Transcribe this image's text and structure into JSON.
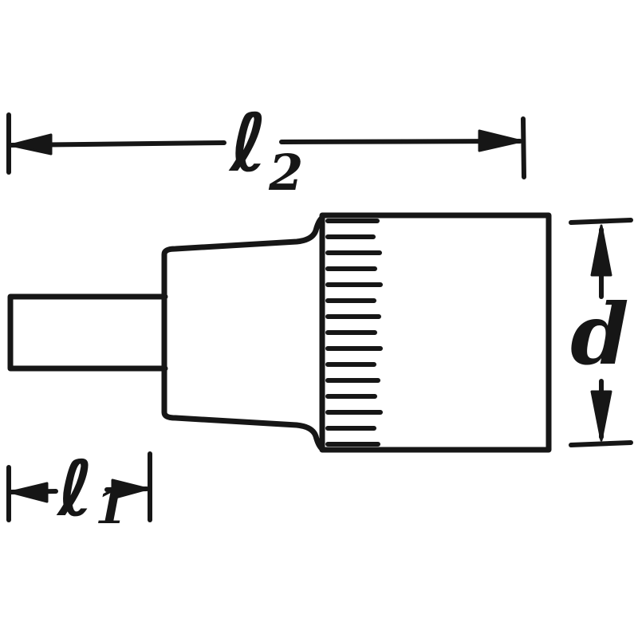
{
  "diagram": {
    "dimension_labels": {
      "overall_length": {
        "symbol": "ℓ",
        "subscript": "2"
      },
      "tip_length": {
        "symbol": "ℓ",
        "subscript": "1"
      },
      "diameter": {
        "symbol": "d"
      }
    },
    "colors": {
      "line": "#161616",
      "background": "#ffffff"
    }
  }
}
